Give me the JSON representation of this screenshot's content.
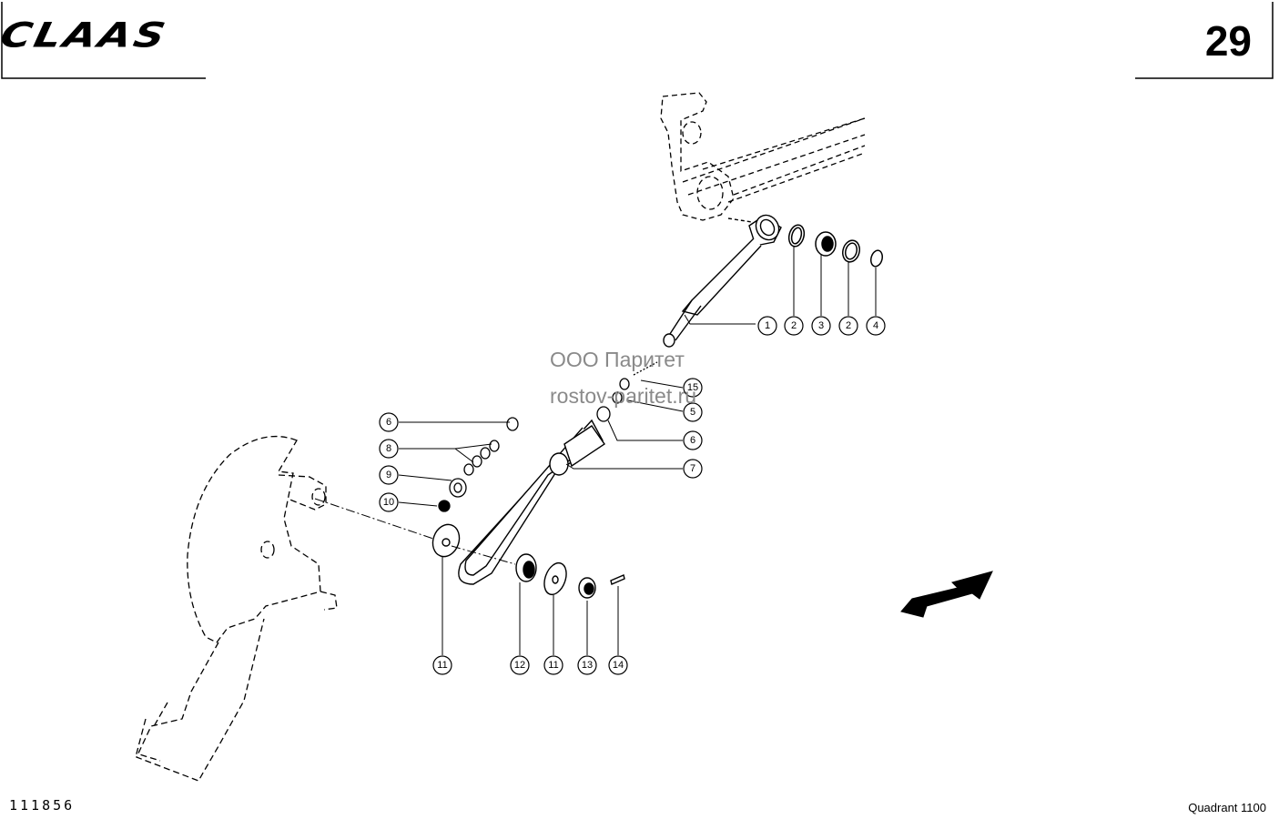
{
  "header": {
    "brand": "CLAAS",
    "page_number": "29"
  },
  "footer": {
    "drawing_number": "111856",
    "model": "Quadrant 1100"
  },
  "watermark": {
    "line1": "ООО Паритет",
    "line2": "rostov-paritet.ru"
  },
  "callouts": {
    "c1": "1",
    "c2a": "2",
    "c3": "3",
    "c2b": "2",
    "c4": "4",
    "c15": "15",
    "c5": "5",
    "c6r": "6",
    "c7": "7",
    "c6l": "6",
    "c8": "8",
    "c9": "9",
    "c10": "10",
    "c11a": "11",
    "c12": "12",
    "c11b": "11",
    "c13": "13",
    "c14": "14"
  }
}
